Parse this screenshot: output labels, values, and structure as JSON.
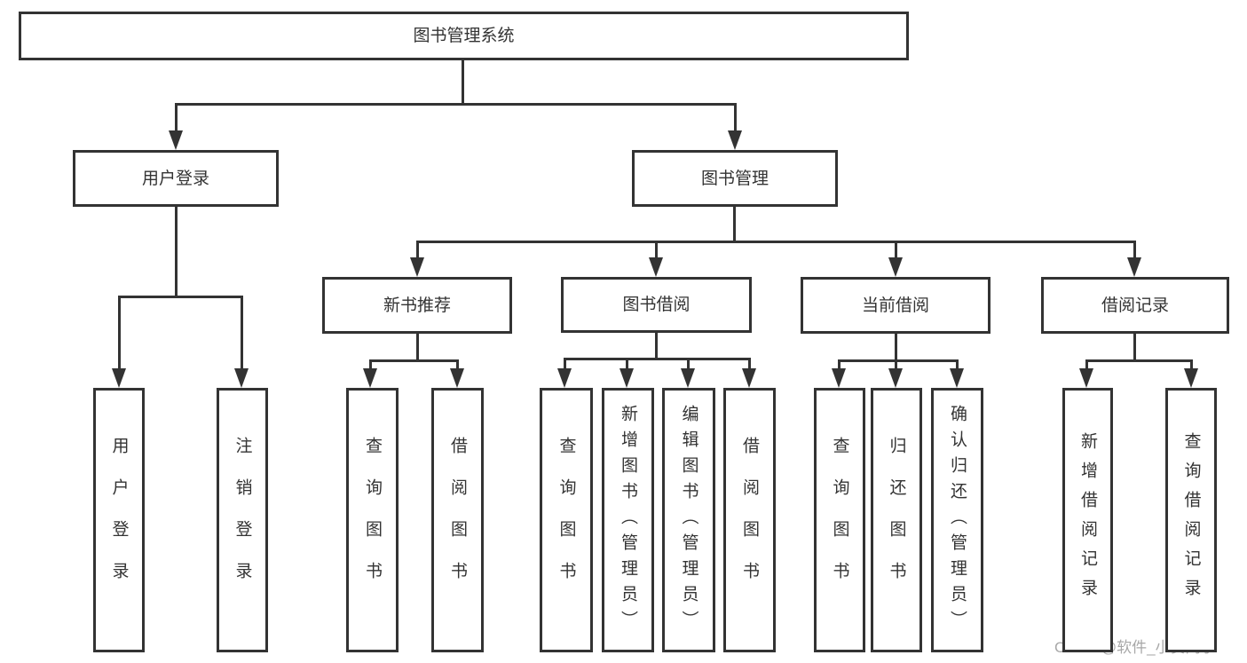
{
  "diagram_type": "hierarchy-tree",
  "tree": {
    "label": "图书管理系统",
    "children": [
      {
        "label": "用户登录",
        "children": [
          {
            "label": "用户登录"
          },
          {
            "label": "注销登录"
          }
        ]
      },
      {
        "label": "图书管理",
        "children": [
          {
            "label": "新书推荐",
            "children": [
              {
                "label": "查询图书"
              },
              {
                "label": "借阅图书"
              }
            ]
          },
          {
            "label": "图书借阅",
            "children": [
              {
                "label": "查询图书"
              },
              {
                "label": "新增图书（管理员）"
              },
              {
                "label": "编辑图书（管理员）"
              },
              {
                "label": "借阅图书"
              }
            ]
          },
          {
            "label": "当前借阅",
            "children": [
              {
                "label": "查询图书"
              },
              {
                "label": "归还图书"
              },
              {
                "label": "确认归还（管理员）"
              }
            ]
          },
          {
            "label": "借阅记录",
            "children": [
              {
                "label": "新增借阅记录"
              },
              {
                "label": "查询借阅记录"
              }
            ]
          }
        ]
      }
    ]
  },
  "watermark": {
    "text": "CSDN @软件_小贺同学"
  },
  "colors": {
    "line": "#333333",
    "box_border": "#333333",
    "box_fill": "#ffffff",
    "text": "#333333",
    "watermark": "#a8a8a8",
    "background": "#ffffff"
  }
}
